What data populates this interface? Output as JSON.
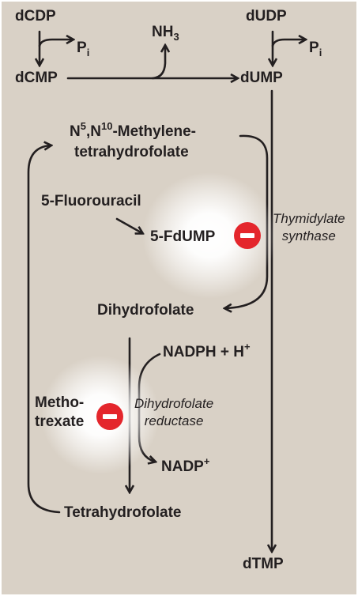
{
  "diagram": {
    "colors": {
      "background": "#d9d1c6",
      "border": "#ffffff",
      "ink": "#231f20",
      "inhibitor": "#e4262c"
    },
    "nodes": {
      "dcdp": "dCDP",
      "pi_left": "P",
      "pi_left_sub": "i",
      "dcmp": "dCMP",
      "nh3": "NH",
      "nh3_sub": "3",
      "dudp": "dUDP",
      "pi_right": "P",
      "pi_right_sub": "i",
      "dump": "dUMP",
      "methylene_n5": "N",
      "methylene_sup5": "5",
      "methylene_n10": ",N",
      "methylene_sup10": "10",
      "methylene_line1_rest": "-Methylene-",
      "methylene_line2": "tetrahydrofolate",
      "fluorouracil": "5-Fluorouracil",
      "fdump": "5-FdUMP",
      "dihydrofolate": "Dihydrofolate",
      "nadph": "NADPH + H",
      "nadph_sup": "+",
      "methotrexate_line1": "Metho-",
      "methotrexate_line2": "trexate",
      "nadp": "NADP",
      "nadp_sup": "+",
      "tetrahydrofolate": "Tetrahydrofolate",
      "dtmp": "dTMP"
    },
    "enzymes": {
      "thymidylate_line1": "Thymidylate",
      "thymidylate_line2": "synthase",
      "dhfr_line1": "Dihydrofolate",
      "dhfr_line2": "reductase"
    },
    "inhibitor_icon": "minus-circle-icon"
  }
}
